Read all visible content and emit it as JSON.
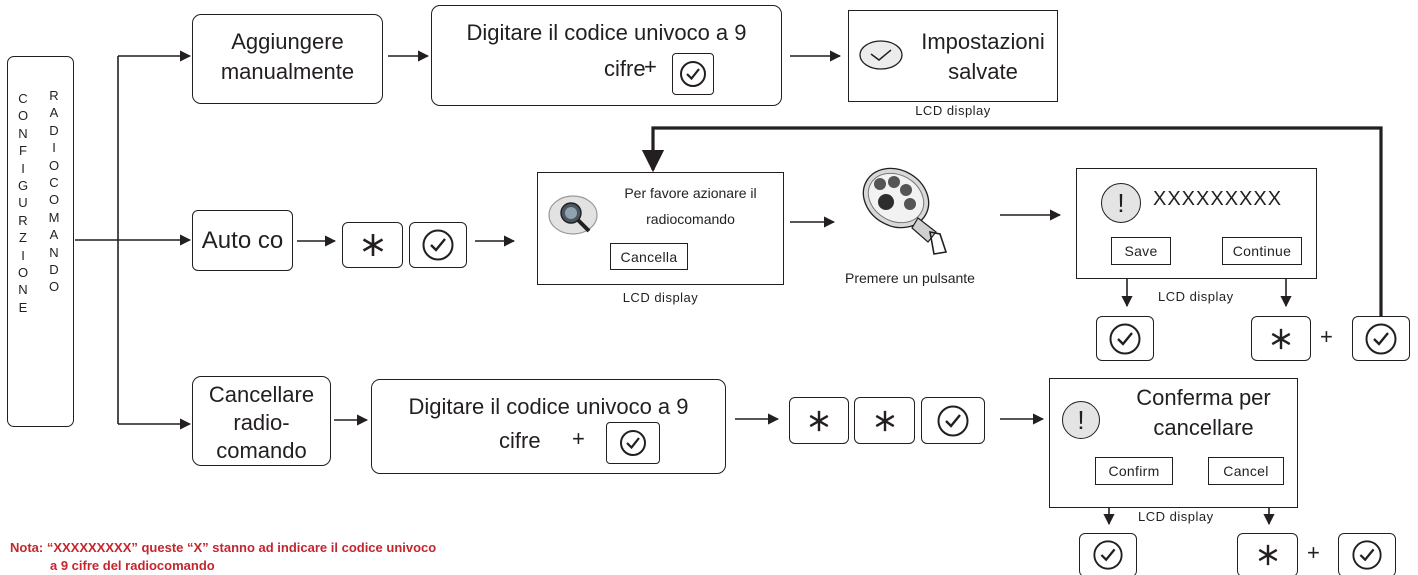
{
  "colors": {
    "line": "#231f20",
    "note": "#c4262e",
    "panel": "#ffffff"
  },
  "left_panel": {
    "col1": [
      "C",
      "O",
      "N",
      "F",
      "I",
      "G",
      "U",
      "R",
      "Z",
      "I",
      "O",
      "N",
      "E"
    ],
    "col2": [
      "R",
      "A",
      "D",
      "I",
      "O",
      "C",
      "O",
      "M",
      "A",
      "N",
      "D",
      "O"
    ]
  },
  "row1": {
    "add_manual": [
      "Aggiungere",
      "manualmente"
    ],
    "enter_code": {
      "line1": "Digitare il codice univoco a 9",
      "line2": "cifre",
      "plus": "+"
    },
    "lcd_saved": {
      "text": [
        "Impostazioni",
        "salvate"
      ],
      "caption": "LCD display"
    }
  },
  "row2": {
    "auto": "Auto co",
    "lcd_prompt": {
      "text": [
        "Per favore azionare il",
        "radiocomando"
      ],
      "button": "Cancella",
      "caption": "LCD display"
    },
    "remote_caption": "Premere un pulsante",
    "lcd_code": {
      "code": "XXXXXXXXX",
      "save": "Save",
      "continue": "Continue",
      "caption": "LCD display",
      "plus": "+"
    }
  },
  "row3": {
    "delete": [
      "Cancellare",
      "radio-",
      "comando"
    ],
    "enter_code": {
      "line1": "Digitare il codice univoco a 9",
      "line2": "cifre",
      "plus": "+"
    },
    "lcd_confirm": {
      "text": [
        "Conferma per",
        "cancellare"
      ],
      "confirm": "Confirm",
      "cancel": "Cancel",
      "caption": "LCD display",
      "plus": "+"
    }
  },
  "note": [
    "Nota: “XXXXXXXXX” queste “X” stanno ad indicare il codice univoco",
    "a 9 cifre del radiocomando"
  ],
  "icons": {
    "check": "check-circle-icon",
    "star": "asterisk-icon",
    "alert": "exclamation-icon",
    "search": "magnifier-icon",
    "remote": "key-fob-remote-icon"
  }
}
